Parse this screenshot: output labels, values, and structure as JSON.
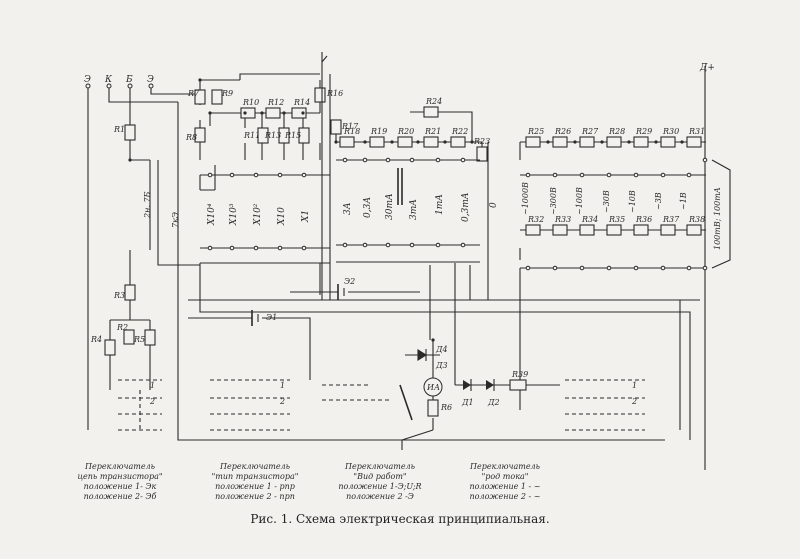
{
  "caption": "Рис. 1. Схема электрическая принципиальная.",
  "terminals": [
    "Э",
    "К",
    "Б",
    "Э"
  ],
  "power_label": "Д+",
  "resistors": {
    "left": [
      "R1",
      "R3",
      "R4",
      "R2",
      "R5",
      "R6",
      "R7",
      "R8",
      "R9"
    ],
    "mid_top": [
      "R10",
      "R12",
      "R14",
      "R11",
      "R13",
      "R15",
      "R16"
    ],
    "range": [
      "R17",
      "R18",
      "R19",
      "R20",
      "R21",
      "R22",
      "R23",
      "R24"
    ],
    "right_top": [
      "R25",
      "R26",
      "R27",
      "R28",
      "R29",
      "R30",
      "R31"
    ],
    "right_bottom": [
      "R32",
      "R33",
      "R34",
      "R35",
      "R36",
      "R37",
      "R38"
    ],
    "meter_side": [
      "R6",
      "R39"
    ]
  },
  "multipliers": [
    "X10⁴",
    "X10³",
    "X10²",
    "X10",
    "X1"
  ],
  "current_ranges": [
    "3А",
    "0,3А",
    "30mA",
    "3mA",
    "1mA",
    "0,3mA"
  ],
  "zero_label": "0",
  "voltage_ranges": [
    "~1000В",
    "~300В",
    "~100В",
    "~30В",
    "~10В",
    "~3В",
    "~1В"
  ],
  "side_label": "100mВ; 100mA",
  "left_switch_labels": [
    "2н. 7Б",
    "7кЭ"
  ],
  "batteries": [
    "Э1",
    "Э2"
  ],
  "diodes": [
    "Д1",
    "Д2",
    "Д3",
    "Д4"
  ],
  "meter": "ИА",
  "pos_labels": [
    "1",
    "2"
  ],
  "legends": [
    {
      "title": "Переключатель",
      "sub": "цепь транзистора\"",
      "p1": "положение 1- Эк",
      "p2": "положение 2- Эб"
    },
    {
      "title": "Переключатель",
      "sub": "\"тип транзистора\"",
      "p1": "положение 1 - pnp",
      "p2": "положение 2 - npn"
    },
    {
      "title": "Переключатель",
      "sub": "\"Вид работ\"",
      "p1": "положение 1-Э;U;R",
      "p2": "положение 2 -Э"
    },
    {
      "title": "Переключатель",
      "sub": "\"род тока\"",
      "p1": "положение 1 - ~",
      "p2": "положение 2 - ~"
    }
  ]
}
